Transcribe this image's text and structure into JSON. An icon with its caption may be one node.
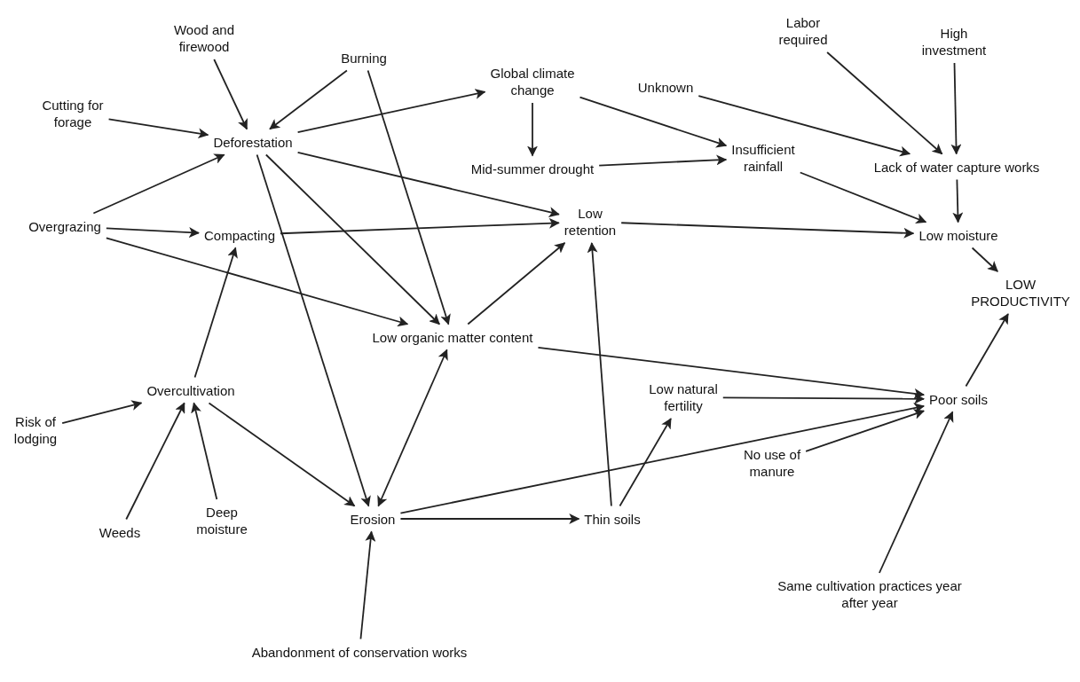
{
  "diagram": {
    "nodes": [
      {
        "text": [
          "Cutting for forage"
        ]
      },
      {
        "text": [
          "Wood and firewood"
        ]
      },
      {
        "text": [
          "Burning"
        ]
      },
      {
        "text": [
          "Global climate change"
        ]
      },
      {
        "text": [
          "Unknown"
        ]
      },
      {
        "text": [
          "Labor required"
        ]
      },
      {
        "text": [
          "High investment"
        ]
      },
      {
        "text": [
          "Deforestation"
        ]
      },
      {
        "text": [
          "Mid-summer drought"
        ]
      },
      {
        "text": [
          "Insufficient rainfall"
        ]
      },
      {
        "text": [
          "Lack of water capture works"
        ]
      },
      {
        "text": [
          "Overgrazing"
        ]
      },
      {
        "text": [
          "Compacting"
        ]
      },
      {
        "text": [
          "Low retention"
        ]
      },
      {
        "text": [
          "Low moisture"
        ]
      },
      {
        "text": [
          "LOW PRODUCTIVITY"
        ]
      },
      {
        "text": [
          "Low organic matter content"
        ]
      },
      {
        "text": [
          "Overcultivation"
        ]
      },
      {
        "text": [
          "Low natural fertility"
        ]
      },
      {
        "text": [
          "Poor soils"
        ]
      },
      {
        "text": [
          "Risk of lodging"
        ]
      },
      {
        "text": [
          "Erosion"
        ]
      },
      {
        "text": [
          "Thin soils"
        ]
      },
      {
        "text": [
          "No use of manure"
        ]
      },
      {
        "text": [
          "Weeds"
        ]
      },
      {
        "text": [
          "Deep moisture"
        ]
      },
      {
        "text": [
          "Same cultivation practices year after year"
        ]
      },
      {
        "text": [
          "Abandonment of conservation works"
        ]
      }
    ],
    "edges": [
      {
        "from": 0,
        "to": 7,
        "arrow": "to"
      },
      {
        "from": 1,
        "to": 7,
        "arrow": "to"
      },
      {
        "from": 2,
        "to": 7,
        "arrow": "to"
      },
      {
        "from": 2,
        "to": 16,
        "arrow": "to"
      },
      {
        "from": 7,
        "to": 3,
        "arrow": "to"
      },
      {
        "from": 3,
        "to": 8,
        "arrow": "to"
      },
      {
        "from": 3,
        "to": 9,
        "arrow": "to"
      },
      {
        "from": 8,
        "to": 9,
        "arrow": "to"
      },
      {
        "from": 4,
        "to": 10,
        "arrow": "to"
      },
      {
        "from": 5,
        "to": 10,
        "arrow": "to"
      },
      {
        "from": 6,
        "to": 10,
        "arrow": "to"
      },
      {
        "from": 10,
        "to": 14,
        "arrow": "to"
      },
      {
        "from": 9,
        "to": 14,
        "arrow": "to"
      },
      {
        "from": 11,
        "to": 7,
        "arrow": "to"
      },
      {
        "from": 11,
        "to": 12,
        "arrow": "to"
      },
      {
        "from": 11,
        "to": 16,
        "arrow": "to"
      },
      {
        "from": 7,
        "to": 13,
        "arrow": "to"
      },
      {
        "from": 7,
        "to": 16,
        "arrow": "to"
      },
      {
        "from": 7,
        "to": 21,
        "arrow": "to"
      },
      {
        "from": 12,
        "to": 13,
        "arrow": "to"
      },
      {
        "from": 16,
        "to": 13,
        "arrow": "to"
      },
      {
        "from": 13,
        "to": 14,
        "arrow": "to"
      },
      {
        "from": 14,
        "to": 15,
        "arrow": "to"
      },
      {
        "from": 16,
        "to": 19,
        "arrow": "to"
      },
      {
        "from": 16,
        "to": 21,
        "arrow": "both"
      },
      {
        "from": 17,
        "to": 12,
        "arrow": "to"
      },
      {
        "from": 20,
        "to": 17,
        "arrow": "to"
      },
      {
        "from": 24,
        "to": 17,
        "arrow": "to"
      },
      {
        "from": 25,
        "to": 17,
        "arrow": "to"
      },
      {
        "from": 17,
        "to": 21,
        "arrow": "to"
      },
      {
        "from": 27,
        "to": 21,
        "arrow": "to"
      },
      {
        "from": 21,
        "to": 22,
        "arrow": "to"
      },
      {
        "from": 21,
        "to": 19,
        "arrow": "to"
      },
      {
        "from": 22,
        "to": 13,
        "arrow": "to"
      },
      {
        "from": 22,
        "to": 18,
        "arrow": "to"
      },
      {
        "from": 18,
        "to": 19,
        "arrow": "to"
      },
      {
        "from": 23,
        "to": 19,
        "arrow": "to"
      },
      {
        "from": 26,
        "to": 19,
        "arrow": "to"
      },
      {
        "from": 19,
        "to": 15,
        "arrow": "to"
      }
    ]
  }
}
